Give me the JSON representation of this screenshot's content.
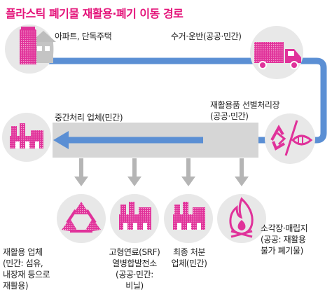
{
  "title": "플라스틱 폐기물 재활용·폐기 이동 경로",
  "colors": {
    "title": "#e4147a",
    "path_blue": "#5b8fd4",
    "icon_magenta": "#e0329a",
    "circle_bg": "#e8e8e8",
    "gray_band": "#d6d6d6",
    "gray_arrow": "#b5b5b5"
  },
  "nodes": {
    "residence": {
      "icon": "apartment-house-icon",
      "label": "아파트, 단독주택"
    },
    "collection": {
      "icon": "truck-icon",
      "label": "수거·운반(공공·민간)"
    },
    "sorting": {
      "icon": "recycle-fish-icon",
      "label_lines": [
        "재활용품 선별처리장",
        "(공공·민간)"
      ]
    },
    "intermediate": {
      "icon": "factory-icon",
      "label": "중간처리 업체(민간)"
    }
  },
  "destinations": [
    {
      "icon": "recycle-icon",
      "label_lines": [
        "재활용 업체",
        "(민간: 섬유,",
        "내장재 등으로",
        "재활용)"
      ]
    },
    {
      "icon": "factory-icon",
      "label_lines": [
        "고형연료(SRF)",
        "열병합발전소",
        "(공공·민간:",
        "비닐)"
      ]
    },
    {
      "icon": "factory-icon",
      "label_lines": [
        "최종 처분",
        "업체(민간)"
      ]
    },
    {
      "icon": "fire-icon",
      "label_lines": [
        "소각장·매립지",
        "(공공: 재활용",
        "불가 폐기물)"
      ]
    }
  ]
}
